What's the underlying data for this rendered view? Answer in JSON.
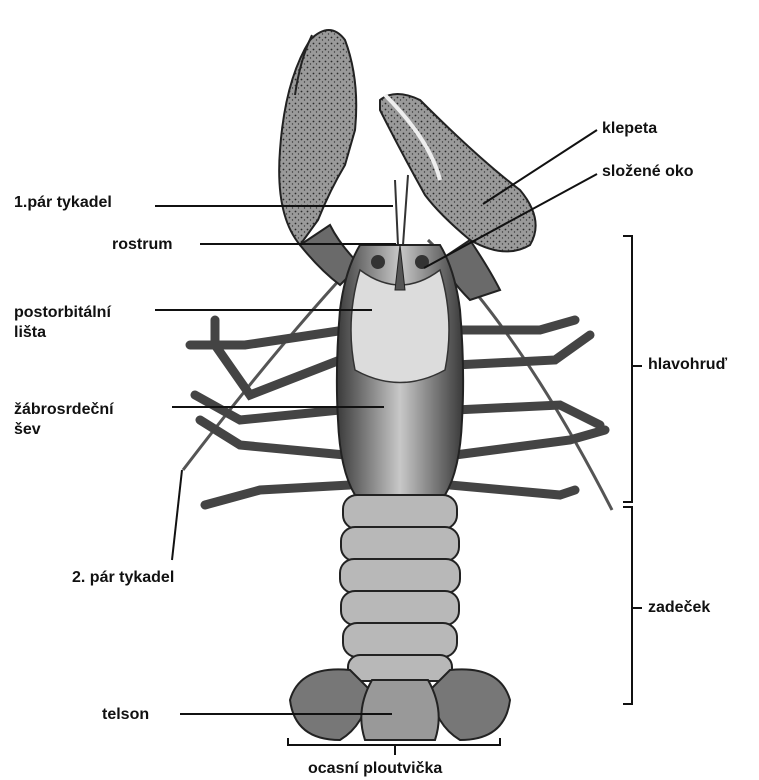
{
  "labels": {
    "first_antennae": "1.pár tykadel",
    "rostrum": "rostrum",
    "postorbital_line1": "postorbitální",
    "postorbital_line2": "lišta",
    "branchiocardiac_line1": "žábrosrdeční",
    "branchiocardiac_line2": "šev",
    "second_antennae": "2. pár tykadel",
    "telson": "telson",
    "claws": "klepeta",
    "compound_eye": "složené oko",
    "cephalothorax": "hlavohruď",
    "abdomen": "zadeček",
    "tail_fan": "ocasní ploutvička"
  },
  "colors": {
    "ink": "#111111",
    "shell_dark": "#3a3a3a",
    "shell_mid": "#8a8a8a",
    "shell_light": "#c8c8c8"
  }
}
